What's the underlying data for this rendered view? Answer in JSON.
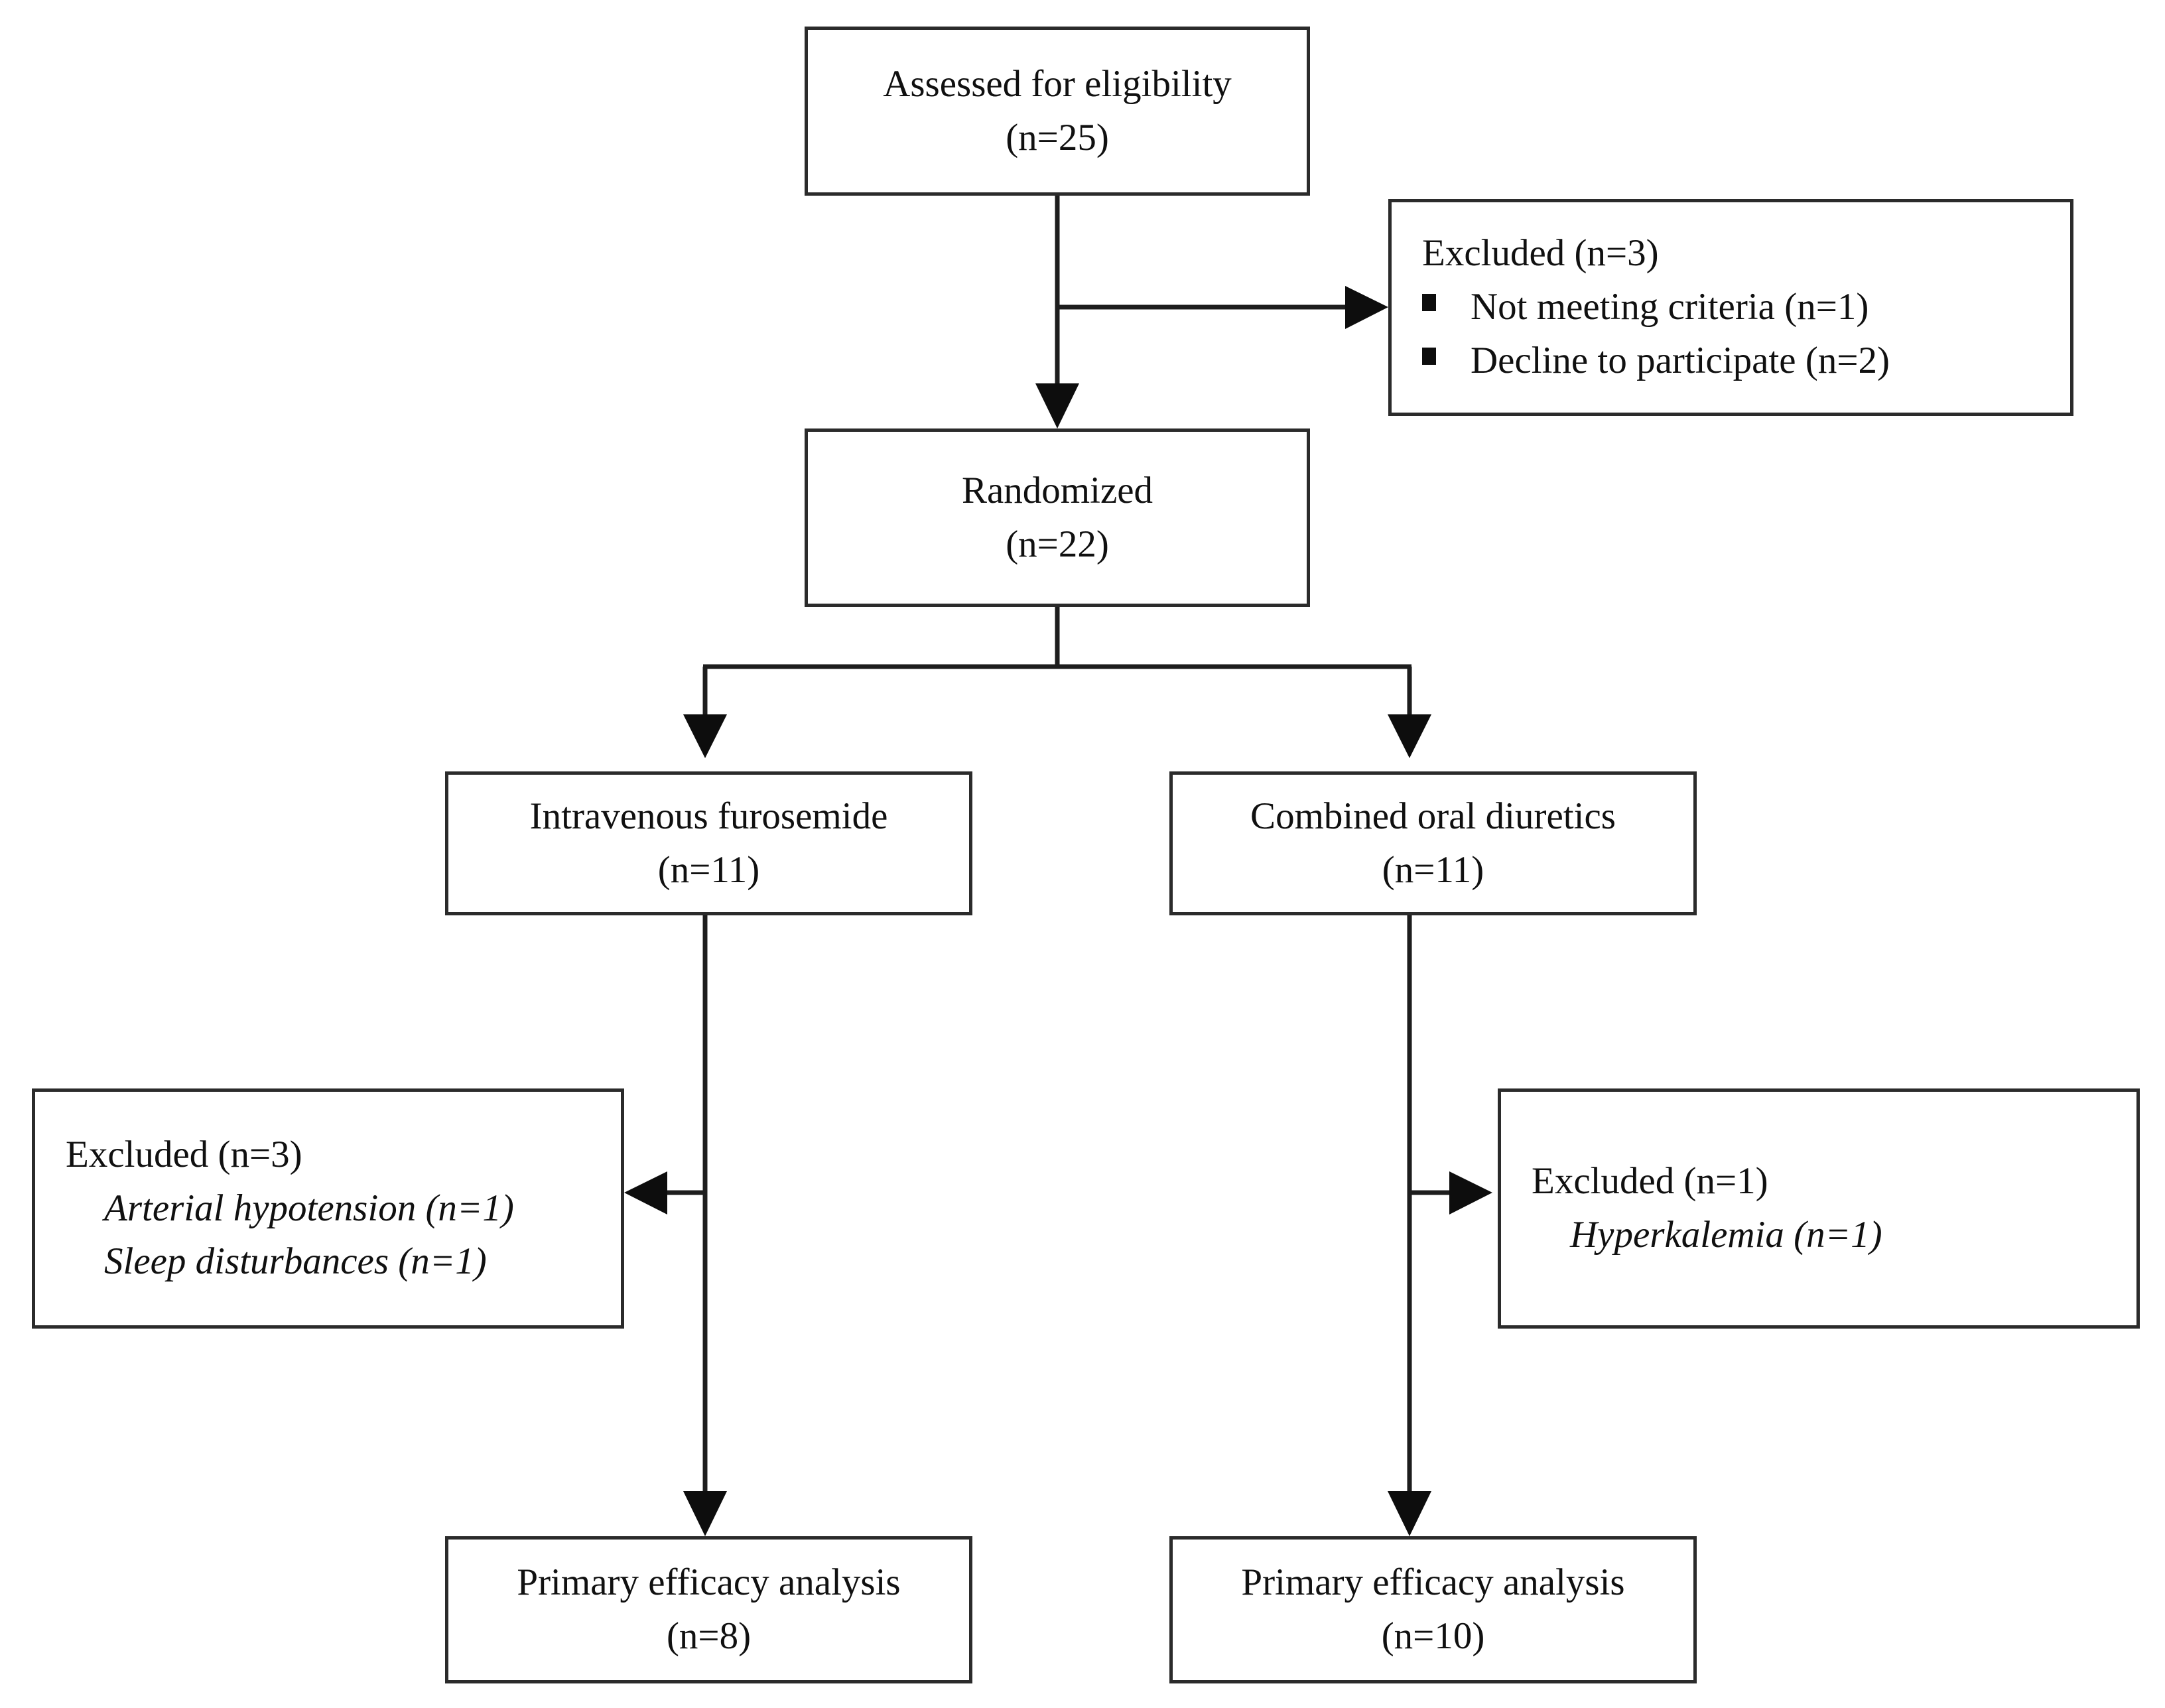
{
  "diagram": {
    "title": "CONSORT participant flow diagram",
    "type": "flowchart",
    "line_color": "#2b2b2b",
    "text_color": "#101010",
    "background": "#ffffff"
  },
  "nodes": {
    "assessed": {
      "line1": "Assessed for eligibility",
      "line2": "(n=25)"
    },
    "excluded_screening": {
      "heading": "Excluded (n=3)",
      "items": [
        "Not meeting criteria  (n=1)",
        "Decline to participate  (n=2)"
      ],
      "bullet_glyph": "filled-square"
    },
    "randomized": {
      "line1": "Randomized",
      "line2": "(n=22)"
    },
    "arm_left": {
      "line1": "Intravenous furosemide",
      "line2": "(n=11)"
    },
    "arm_right": {
      "line1": "Combined oral diuretics",
      "line2": "(n=11)"
    },
    "excluded_left": {
      "heading": "Excluded (n=3)",
      "reason1": "Arterial hypotension (n=1)",
      "reason2": "Sleep disturbances (n=1)"
    },
    "excluded_right": {
      "heading": "Excluded (n=1)",
      "reason1": "Hyperkalemia (n=1)"
    },
    "analysis_left": {
      "line1": "Primary efficacy analysis",
      "line2": "(n=8)"
    },
    "analysis_right": {
      "line1": "Primary efficacy analysis",
      "line2": "(n=10)"
    }
  },
  "chart_data": {
    "type": "diagram",
    "title": "CONSORT participant flow",
    "stages": [
      {
        "id": "assessed",
        "label": "Assessed for eligibility",
        "n": 25
      },
      {
        "id": "excluded_screening",
        "label": "Excluded",
        "n": 3,
        "reasons": [
          {
            "label": "Not meeting criteria",
            "n": 1
          },
          {
            "label": "Decline to participate",
            "n": 2
          }
        ]
      },
      {
        "id": "randomized",
        "label": "Randomized",
        "n": 22
      },
      {
        "id": "arm_left",
        "label": "Intravenous furosemide",
        "n": 11
      },
      {
        "id": "arm_right",
        "label": "Combined oral diuretics",
        "n": 11
      },
      {
        "id": "excluded_left",
        "label": "Excluded",
        "n": 3,
        "reasons": [
          {
            "label": "Arterial hypotension",
            "n": 1
          },
          {
            "label": "Sleep disturbances",
            "n": 1
          }
        ]
      },
      {
        "id": "excluded_right",
        "label": "Excluded",
        "n": 1,
        "reasons": [
          {
            "label": "Hyperkalemia",
            "n": 1
          }
        ]
      },
      {
        "id": "analysis_left",
        "label": "Primary efficacy analysis",
        "n": 8
      },
      {
        "id": "analysis_right",
        "label": "Primary efficacy analysis",
        "n": 10
      }
    ],
    "edges": [
      {
        "from": "assessed",
        "to": "randomized"
      },
      {
        "from": "assessed",
        "to": "excluded_screening"
      },
      {
        "from": "randomized",
        "to": "arm_left"
      },
      {
        "from": "randomized",
        "to": "arm_right"
      },
      {
        "from": "arm_left",
        "to": "excluded_left"
      },
      {
        "from": "arm_left",
        "to": "analysis_left"
      },
      {
        "from": "arm_right",
        "to": "excluded_right"
      },
      {
        "from": "arm_right",
        "to": "analysis_right"
      }
    ]
  }
}
